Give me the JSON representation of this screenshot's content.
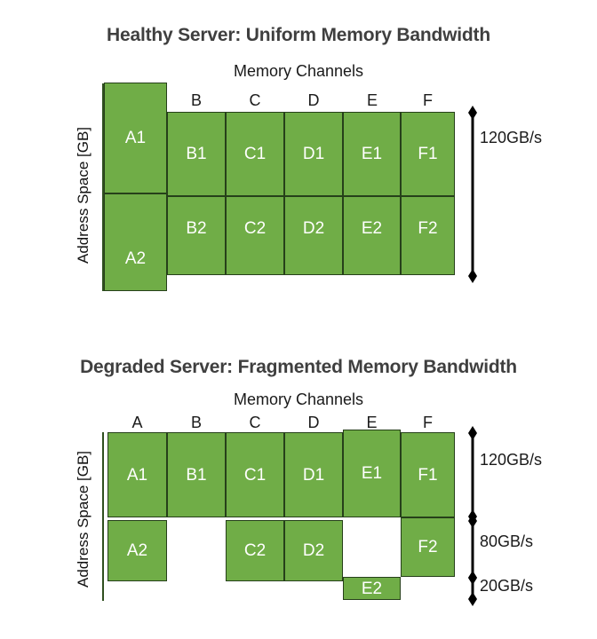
{
  "panels": [
    {
      "id": "healthy",
      "title": "Healthy Server: Uniform Memory Bandwidth",
      "top_axis_label": "Memory Channels",
      "y_axis_label": "Address Space [GB]",
      "column_headers": [
        "B",
        "C",
        "D",
        "E",
        "F"
      ],
      "blocks": [
        {
          "label": "A1"
        },
        {
          "label": "A2"
        },
        {
          "label": "B1"
        },
        {
          "label": "C1"
        },
        {
          "label": "D1"
        },
        {
          "label": "E1"
        },
        {
          "label": "F1"
        },
        {
          "label": "B2"
        },
        {
          "label": "C2"
        },
        {
          "label": "D2"
        },
        {
          "label": "E2"
        },
        {
          "label": "F2"
        }
      ],
      "bandwidth_labels": [
        "120GB/s"
      ]
    },
    {
      "id": "degraded",
      "title": "Degraded Server: Fragmented Memory Bandwidth",
      "top_axis_label": "Memory Channels",
      "y_axis_label": "Address Space [GB]",
      "column_headers": [
        "A",
        "B",
        "C",
        "D",
        "E",
        "F"
      ],
      "blocks": [
        {
          "label": "A1"
        },
        {
          "label": "B1"
        },
        {
          "label": "C1"
        },
        {
          "label": "D1"
        },
        {
          "label": "E1"
        },
        {
          "label": "F1"
        },
        {
          "label": "A2"
        },
        {
          "label": "C2"
        },
        {
          "label": "D2"
        },
        {
          "label": "F2"
        },
        {
          "label": "E2"
        }
      ],
      "bandwidth_labels": [
        "120GB/s",
        "80GB/s",
        "20GB/s"
      ]
    }
  ],
  "colors": {
    "block_fill": "#70AD47",
    "block_border": "#26401a",
    "title_text": "#3f3f3f",
    "body_text": "#1a1a1a",
    "block_text": "#ffffff",
    "arrow": "#000000",
    "background": "#ffffff"
  },
  "chart_data": {
    "type": "diagram",
    "title": "Memory channel bandwidth fragmentation",
    "panels": [
      {
        "name": "Healthy Server: Uniform Memory Bandwidth",
        "channels": [
          "A",
          "B",
          "C",
          "D",
          "E",
          "F"
        ],
        "ranks_per_channel": 2,
        "populated": {
          "A": [
            "A1",
            "A2"
          ],
          "B": [
            "B1",
            "B2"
          ],
          "C": [
            "C1",
            "C2"
          ],
          "D": [
            "D1",
            "D2"
          ],
          "E": [
            "E1",
            "E2"
          ],
          "F": [
            "F1",
            "F2"
          ]
        },
        "bandwidth_tiers": [
          {
            "label": "120GB/s",
            "value": 120,
            "unit": "GB/s",
            "channels_active": 6
          }
        ]
      },
      {
        "name": "Degraded Server: Fragmented Memory Bandwidth",
        "channels": [
          "A",
          "B",
          "C",
          "D",
          "E",
          "F"
        ],
        "populated": {
          "A": [
            "A1",
            "A2"
          ],
          "B": [
            "B1"
          ],
          "C": [
            "C1",
            "C2"
          ],
          "D": [
            "D1",
            "D2"
          ],
          "E": [
            "E1",
            "E2"
          ],
          "F": [
            "F1",
            "F2"
          ]
        },
        "bandwidth_tiers": [
          {
            "label": "120GB/s",
            "value": 120,
            "unit": "GB/s",
            "channels_active": 6
          },
          {
            "label": "80GB/s",
            "value": 80,
            "unit": "GB/s",
            "channels_active": 4
          },
          {
            "label": "20GB/s",
            "value": 20,
            "unit": "GB/s",
            "channels_active": 1
          }
        ]
      }
    ]
  }
}
